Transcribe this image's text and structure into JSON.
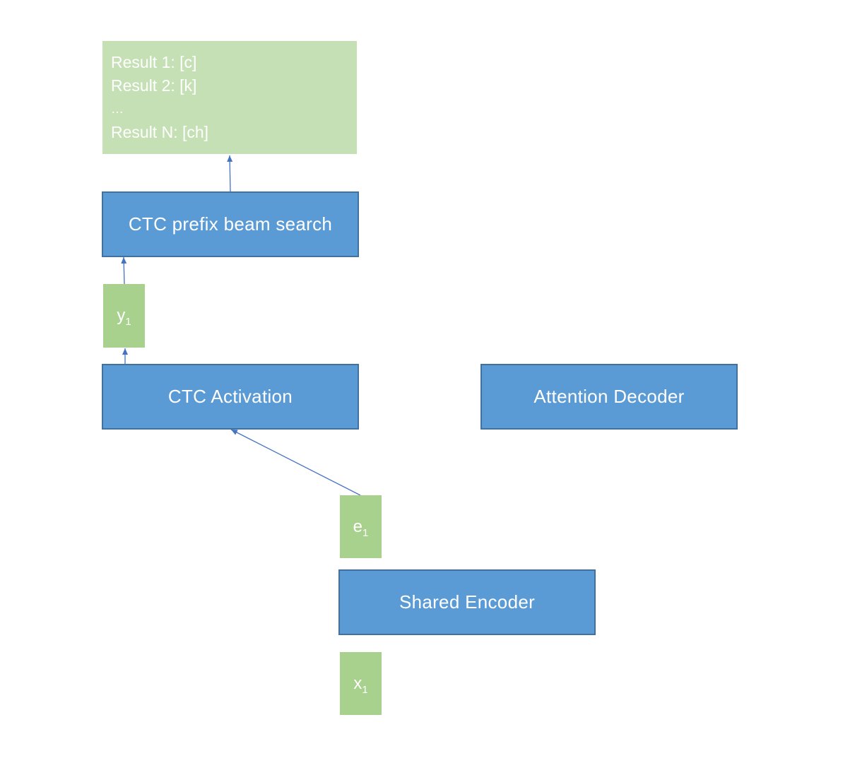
{
  "results": {
    "line1": "Result 1: [c]",
    "line2": "Result 2: [k]",
    "line3": "…",
    "line4": "Result N: [ch]"
  },
  "nodes": {
    "beam_search": "CTC prefix beam search",
    "ctc_activation": "CTC Activation",
    "attention_decoder": "Attention Decoder",
    "shared_encoder": "Shared Encoder",
    "y": {
      "base": "y",
      "sub": "1"
    },
    "e": {
      "base": "e",
      "sub": "1"
    },
    "x": {
      "base": "x",
      "sub": "1"
    }
  },
  "colors": {
    "block_fill": "#5b9bd5",
    "block_border": "#41719c",
    "vector_fill": "#a9d18e",
    "result_fill": "#c5e0b4",
    "arrow": "#4472c4"
  }
}
